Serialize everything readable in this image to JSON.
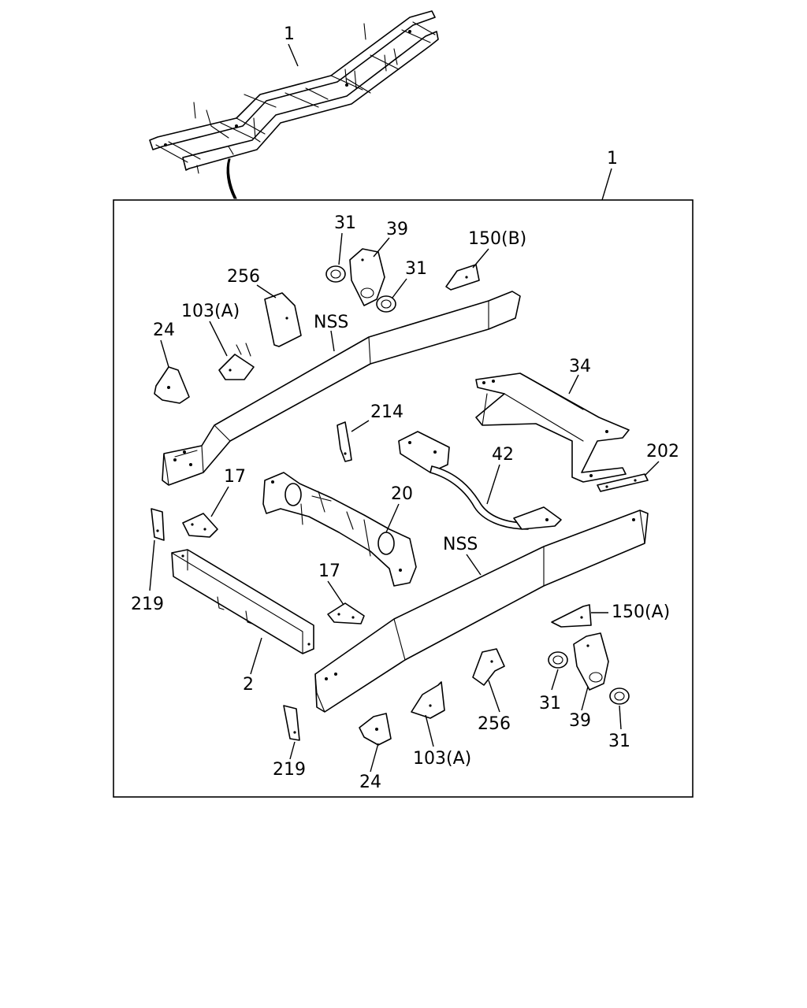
{
  "callouts": {
    "frame_top": "1",
    "frame_box": "1",
    "c31_a": "31",
    "c39_a": "39",
    "c31_b": "31",
    "c150b": "150(B)",
    "c256_a": "256",
    "c103a_a": "103(A)",
    "c24_a": "24",
    "nss_a": "NSS",
    "c34": "34",
    "c214": "214",
    "c42": "42",
    "c202": "202",
    "c17_a": "17",
    "c20": "20",
    "c219_a": "219",
    "nss_b": "NSS",
    "c17_b": "17",
    "c150a": "150(A)",
    "c2": "2",
    "c31_c": "31",
    "c39_b": "39",
    "c256_b": "256",
    "c31_d": "31",
    "c219_b": "219",
    "c103a_b": "103(A)",
    "c24_b": "24"
  }
}
